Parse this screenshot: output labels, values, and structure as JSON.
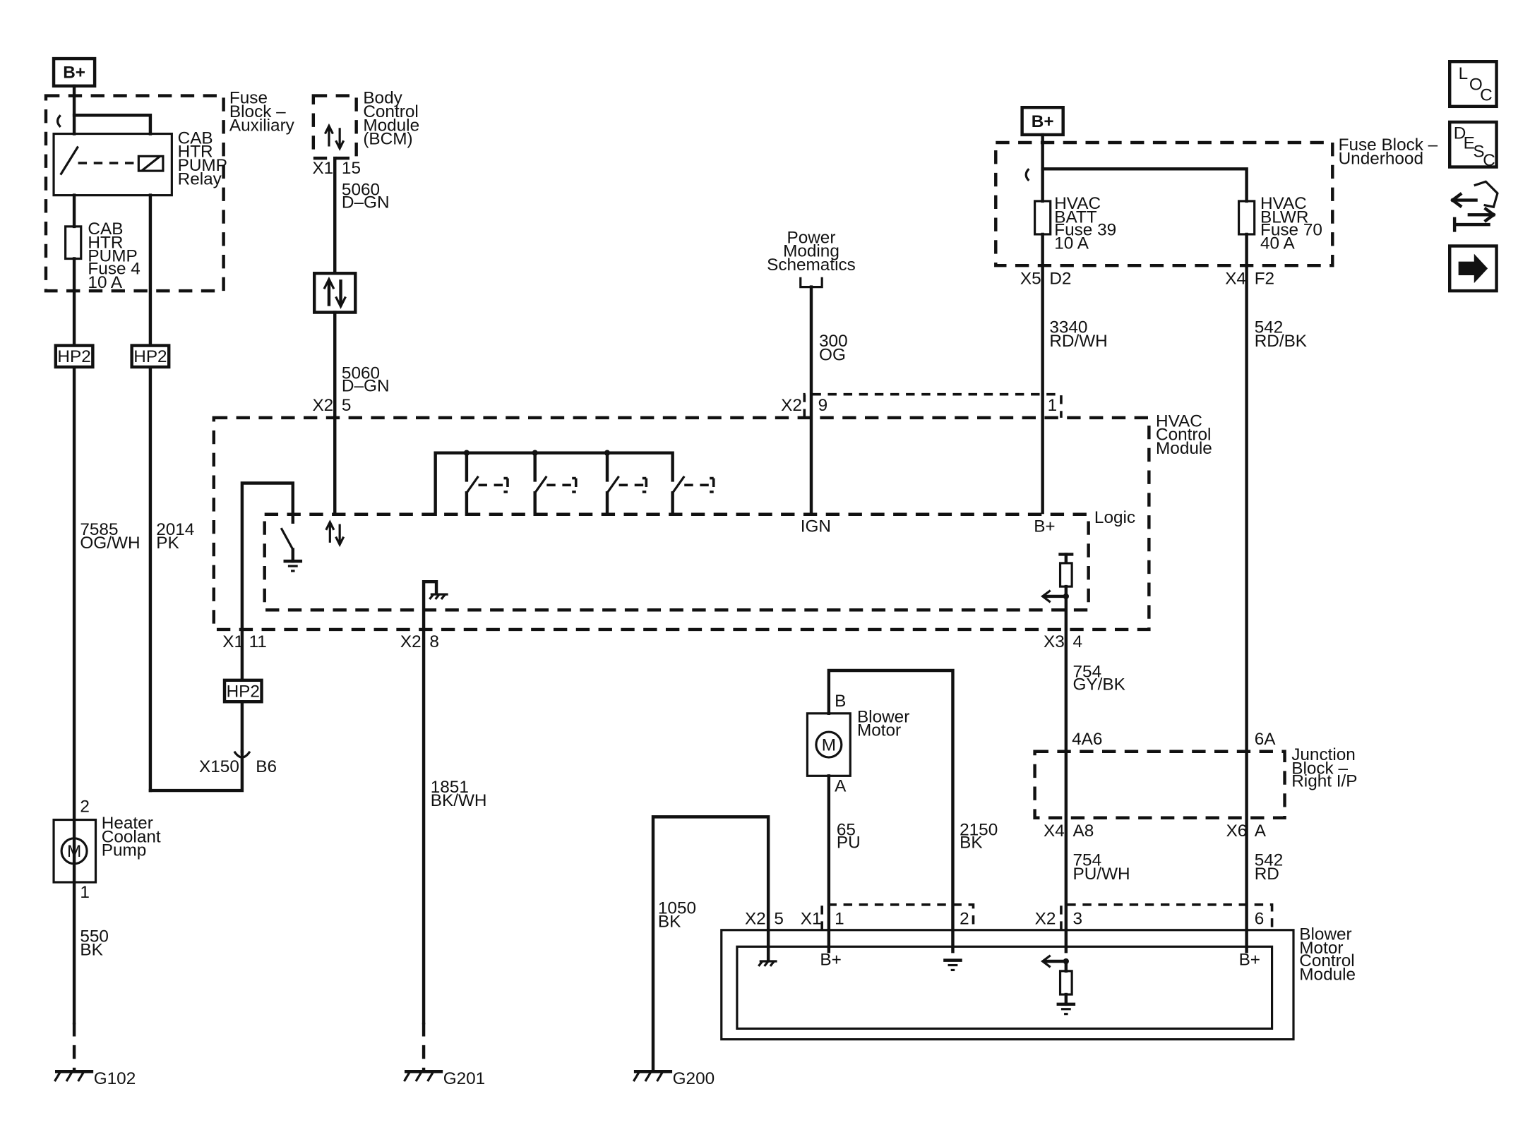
{
  "power_sources": {
    "b_plus_aux": "B+",
    "b_plus_underhood": "B+"
  },
  "fuse_block_aux": {
    "name": [
      "Fuse",
      "Block –",
      "Auxiliary"
    ],
    "relay": [
      "CAB",
      "HTR",
      "PUMP",
      "Relay"
    ],
    "fuse": [
      "CAB",
      "HTR",
      "PUMP",
      "Fuse 4",
      "10 A"
    ]
  },
  "bcm": {
    "name": [
      "Body",
      "Control",
      "Module",
      "(BCM)"
    ],
    "connector": "X1",
    "pin": "15"
  },
  "fuse_block_underhood": {
    "name": [
      "Fuse Block –",
      "Underhood"
    ],
    "fuse39": [
      "HVAC",
      "BATT",
      "Fuse 39",
      "10 A"
    ],
    "fuse70": [
      "HVAC",
      "BLWR",
      "Fuse 70",
      "40 A"
    ],
    "conn_x5": "X5",
    "pin_d2": "D2",
    "conn_x4": "X4",
    "pin_f2": "F2"
  },
  "power_moding": [
    "Power",
    "Moding",
    "Schematics"
  ],
  "hvac_module": {
    "name": [
      "HVAC",
      "Control",
      "Module"
    ],
    "logic": "Logic",
    "ign": "IGN",
    "bplus": "B+",
    "x2": "X2",
    "p5": "5",
    "p9": "9",
    "p1": "1",
    "p8": "8",
    "x1": "X1",
    "p11": "11",
    "x3": "X3",
    "p4": "4",
    "x2_b": "X2",
    "x2_c": "X2"
  },
  "wires": {
    "w5060_a": [
      "5060",
      "D–GN"
    ],
    "w5060_b": [
      "5060",
      "D–GN"
    ],
    "w300": [
      "300",
      "OG"
    ],
    "w3340": [
      "3340",
      "RD/WH"
    ],
    "w542_top": [
      "542",
      "RD/BK"
    ],
    "w7585": [
      "7585",
      "OG/WH"
    ],
    "w2014": [
      "2014",
      "PK"
    ],
    "w1851": [
      "1851",
      "BK/WH"
    ],
    "w754_top": [
      "754",
      "GY/BK"
    ],
    "w65": [
      "65",
      "PU"
    ],
    "w2150": [
      "2150",
      "BK"
    ],
    "w754_bot": [
      "754",
      "PU/WH"
    ],
    "w542_bot": [
      "542",
      "RD"
    ],
    "w1050": [
      "1050",
      "BK"
    ],
    "w550": [
      "550",
      "BK"
    ]
  },
  "harness_tags": {
    "hp2_a": "HP2",
    "hp2_b": "HP2",
    "hp2_c": "HP2"
  },
  "inline_connector": {
    "id": "X150",
    "pin": "B6"
  },
  "blower_motor": {
    "name": [
      "Blower",
      "Motor"
    ],
    "symbol": "M",
    "pin_b": "B",
    "pin_a": "A"
  },
  "heater_pump": {
    "name": [
      "Heater",
      "Coolant",
      "Pump"
    ],
    "symbol": "M",
    "pin2": "2",
    "pin1": "1"
  },
  "junction_block": {
    "name": [
      "Junction",
      "Block –",
      "Right I/P"
    ],
    "p4a6": "4A6",
    "p6a": "6A",
    "x4": "X4",
    "a8": "A8",
    "x6": "X6",
    "a": "A"
  },
  "bmcm": {
    "name": [
      "Blower",
      "Motor",
      "Control",
      "Module"
    ],
    "x2": "X2",
    "p5": "5",
    "x1": "X1",
    "p1": "1",
    "p2": "2",
    "x2b": "X2",
    "p3": "3",
    "p6": "6",
    "bplus_left": "B+",
    "bplus_right": "B+"
  },
  "grounds": {
    "g102": "G102",
    "g201": "G201",
    "g200": "G200"
  },
  "nav_buttons": {
    "loc": [
      "L",
      "O",
      "C"
    ],
    "desc": [
      "D",
      "E",
      "S",
      "C"
    ]
  }
}
